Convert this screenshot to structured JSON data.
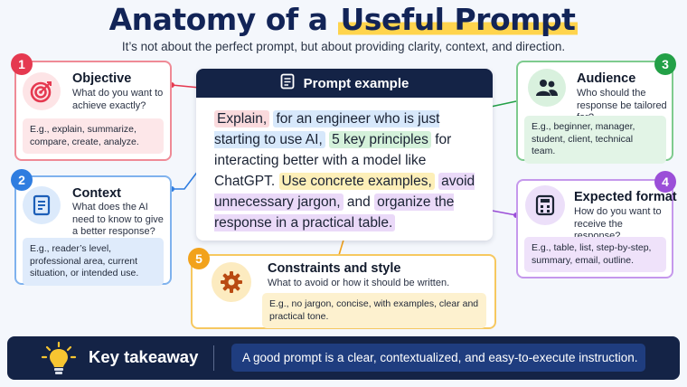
{
  "header": {
    "title_part1": "Anatomy of a ",
    "title_highlight": "Useful Prompt",
    "subtitle": "It’s not about the perfect prompt, but about providing clarity, context, and direction."
  },
  "prompt_card": {
    "title": "Prompt example",
    "segments": [
      {
        "text": "Explain,",
        "style": "red"
      },
      {
        "text": " ",
        "style": "none"
      },
      {
        "text": "for an engineer who is just starting to use AI,",
        "style": "blue"
      },
      {
        "text": " ",
        "style": "none"
      },
      {
        "text": "5 key principles",
        "style": "green"
      },
      {
        "text": " for interacting better with a model like ChatGPT. ",
        "style": "none"
      },
      {
        "text": "Use concrete examples,",
        "style": "yellow"
      },
      {
        "text": " ",
        "style": "none"
      },
      {
        "text": "avoid unnecessary jargon,",
        "style": "purple"
      },
      {
        "text": " and ",
        "style": "none"
      },
      {
        "text": "organize the response in a practical table.",
        "style": "purple"
      }
    ]
  },
  "cards": {
    "objective": {
      "number": "1",
      "title": "Objective",
      "question": "What do you want to achieve exactly?",
      "example": "E.g., explain, summarize, compare, create, analyze.",
      "icon": "target-icon"
    },
    "context": {
      "number": "2",
      "title": "Context",
      "question": "What does the AI need to know to give a better response?",
      "example": "E.g., reader’s level, professional area, current situation, or intended use.",
      "icon": "document-icon"
    },
    "audience": {
      "number": "3",
      "title": "Audience",
      "question": "Who should the response be tailored for?",
      "example": "E.g., beginner, manager, student, client, technical team.",
      "icon": "people-icon"
    },
    "format": {
      "number": "4",
      "title": "Expected format",
      "question": "How do you want to receive the response?",
      "example": "E.g., table, list, step-by-step, summary, email, outline.",
      "icon": "calculator-icon"
    },
    "constraints": {
      "number": "5",
      "title": "Constraints and style",
      "question": "What to avoid or how it should be written.",
      "example": "E.g., no jargon, concise, with examples, clear and practical tone.",
      "icon": "gear-icon"
    }
  },
  "takeaway": {
    "label": "Key takeaway",
    "message": "A good prompt is a clear, contextualized, and easy-to-execute instruction.",
    "icon": "lightbulb-icon"
  },
  "colors": {
    "navy": "#142346",
    "red": "#e53950",
    "blue": "#2f7de0",
    "green": "#23a047",
    "purple": "#9b4fd8",
    "orange": "#f2a21b"
  }
}
